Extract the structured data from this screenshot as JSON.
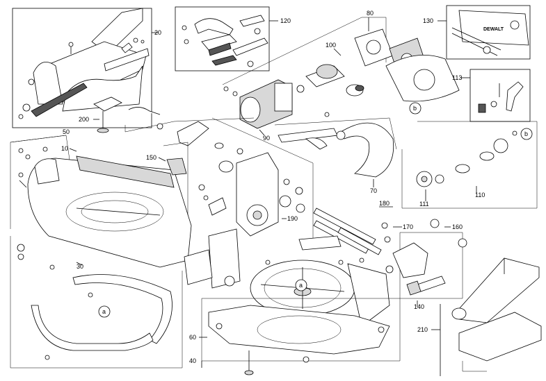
{
  "diagram": {
    "callouts": {
      "c20": "20",
      "c120": "120",
      "c80": "80",
      "c130": "130",
      "c100": "100",
      "c113": "113",
      "c90": "90",
      "c50": "50",
      "c200": "200",
      "c10": "10",
      "c150": "150",
      "c70": "70",
      "c110": "110",
      "c111": "111",
      "c180": "180",
      "c170": "170",
      "c160": "160",
      "c190": "190",
      "c30": "30",
      "c140": "140",
      "c210": "210",
      "c60": "60",
      "c40": "40"
    },
    "markers": {
      "a1": "a",
      "a2": "a",
      "b1": "b",
      "b2": "b"
    },
    "logo_text": "DEWALT"
  }
}
